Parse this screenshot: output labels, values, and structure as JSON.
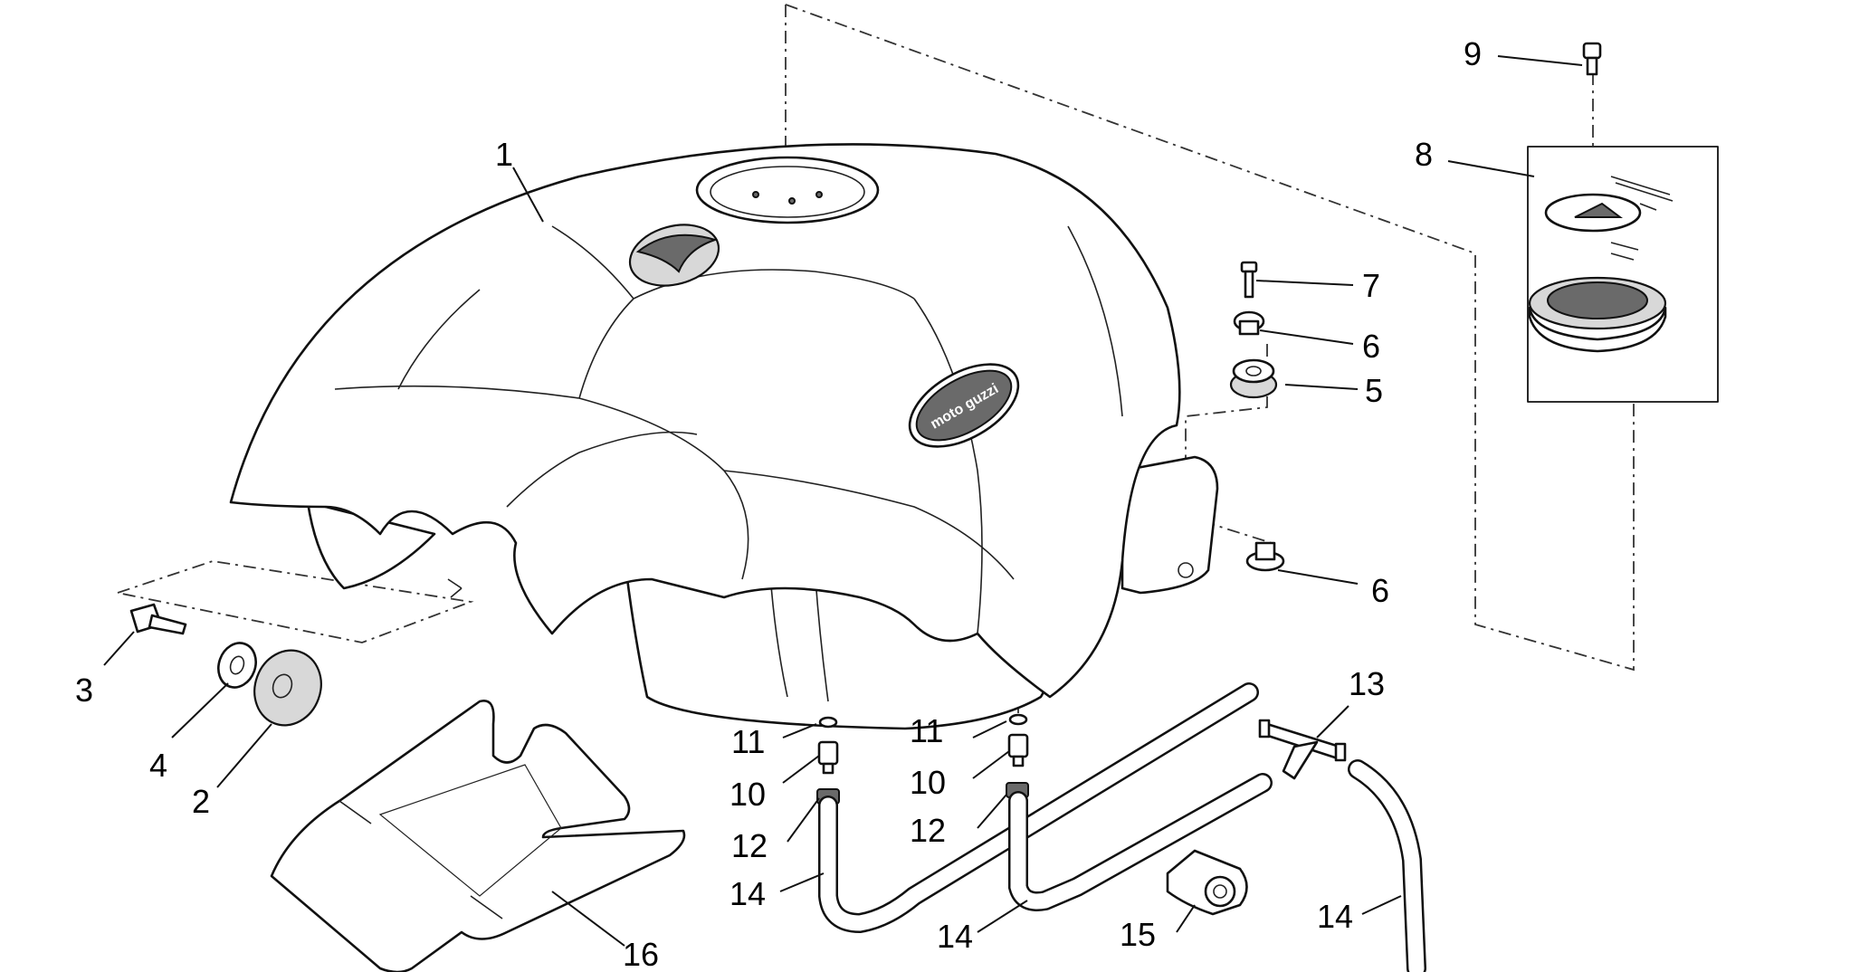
{
  "diagram": {
    "logo_text": "moto guzzi",
    "callouts": [
      {
        "id": "c1",
        "label": "1"
      },
      {
        "id": "c2",
        "label": "2"
      },
      {
        "id": "c3",
        "label": "3"
      },
      {
        "id": "c4",
        "label": "4"
      },
      {
        "id": "c5",
        "label": "5"
      },
      {
        "id": "c6a",
        "label": "6"
      },
      {
        "id": "c6b",
        "label": "6"
      },
      {
        "id": "c7",
        "label": "7"
      },
      {
        "id": "c8",
        "label": "8"
      },
      {
        "id": "c9",
        "label": "9"
      },
      {
        "id": "c10a",
        "label": "10"
      },
      {
        "id": "c10b",
        "label": "10"
      },
      {
        "id": "c11a",
        "label": "11"
      },
      {
        "id": "c11b",
        "label": "11"
      },
      {
        "id": "c12a",
        "label": "12"
      },
      {
        "id": "c12b",
        "label": "12"
      },
      {
        "id": "c13",
        "label": "13"
      },
      {
        "id": "c14a",
        "label": "14"
      },
      {
        "id": "c14b",
        "label": "14"
      },
      {
        "id": "c14c",
        "label": "14"
      },
      {
        "id": "c15",
        "label": "15"
      },
      {
        "id": "c16",
        "label": "16"
      }
    ]
  }
}
